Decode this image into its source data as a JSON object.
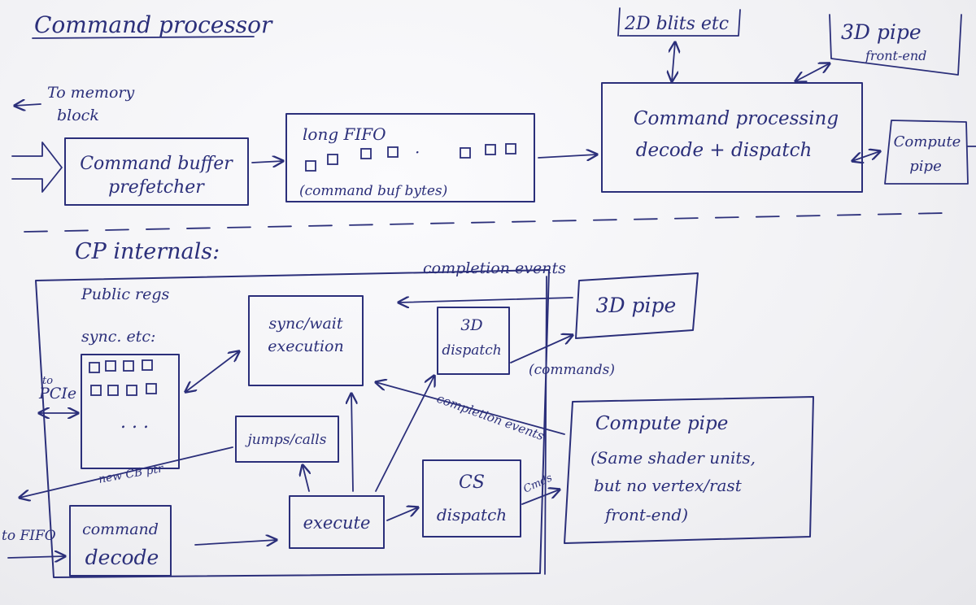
{
  "colors": {
    "ink": "#2b2f7a",
    "board": "#f4f4f6"
  },
  "top": {
    "title": "Command processor",
    "to_memory_l1": "To memory",
    "to_memory_l2": "block",
    "prefetcher_l1": "Command buffer",
    "prefetcher_l2": "prefetcher",
    "fifo_title": "long FIFO",
    "fifo_dots": "·",
    "fifo_note": "(command buf bytes)",
    "cp_l1": "Command processing",
    "cp_l2": "decode + dispatch",
    "blits": "2D blits etc",
    "pipe3d_l1": "3D pipe",
    "pipe3d_l2": "front-end",
    "compute_l1": "Compute",
    "compute_l2": "pipe"
  },
  "bottom": {
    "title": "CP internals:",
    "public_regs_l1": "Public regs",
    "public_regs_l2": "sync. etc:",
    "regs_ellipsis": ". . .",
    "to_pcie_l1": "to",
    "to_pcie_l2": "PCIe",
    "sync_wait_l1": "sync/wait",
    "sync_wait_l2": "execution",
    "dispatch3d_l1": "3D",
    "dispatch3d_l2": "dispatch",
    "jumps_calls": "jumps/calls",
    "new_cb_ptr": "new CB ptr",
    "completion_events_top": "completion events",
    "completion_events_mid": "completion events",
    "pipe3d": "3D pipe",
    "commands_3d": "(commands)",
    "compute_pipe_l1": "Compute pipe",
    "compute_pipe_l2": "(Same shader units,",
    "compute_pipe_l3": "but no vertex/rast",
    "compute_pipe_l4": "front-end)",
    "cmds_cs": "Cmds",
    "cs_dispatch_l1": "CS",
    "cs_dispatch_l2": "dispatch",
    "execute": "execute",
    "cmd_decode_l1": "command",
    "cmd_decode_l2": "decode",
    "to_fifo": "to FIFO"
  }
}
